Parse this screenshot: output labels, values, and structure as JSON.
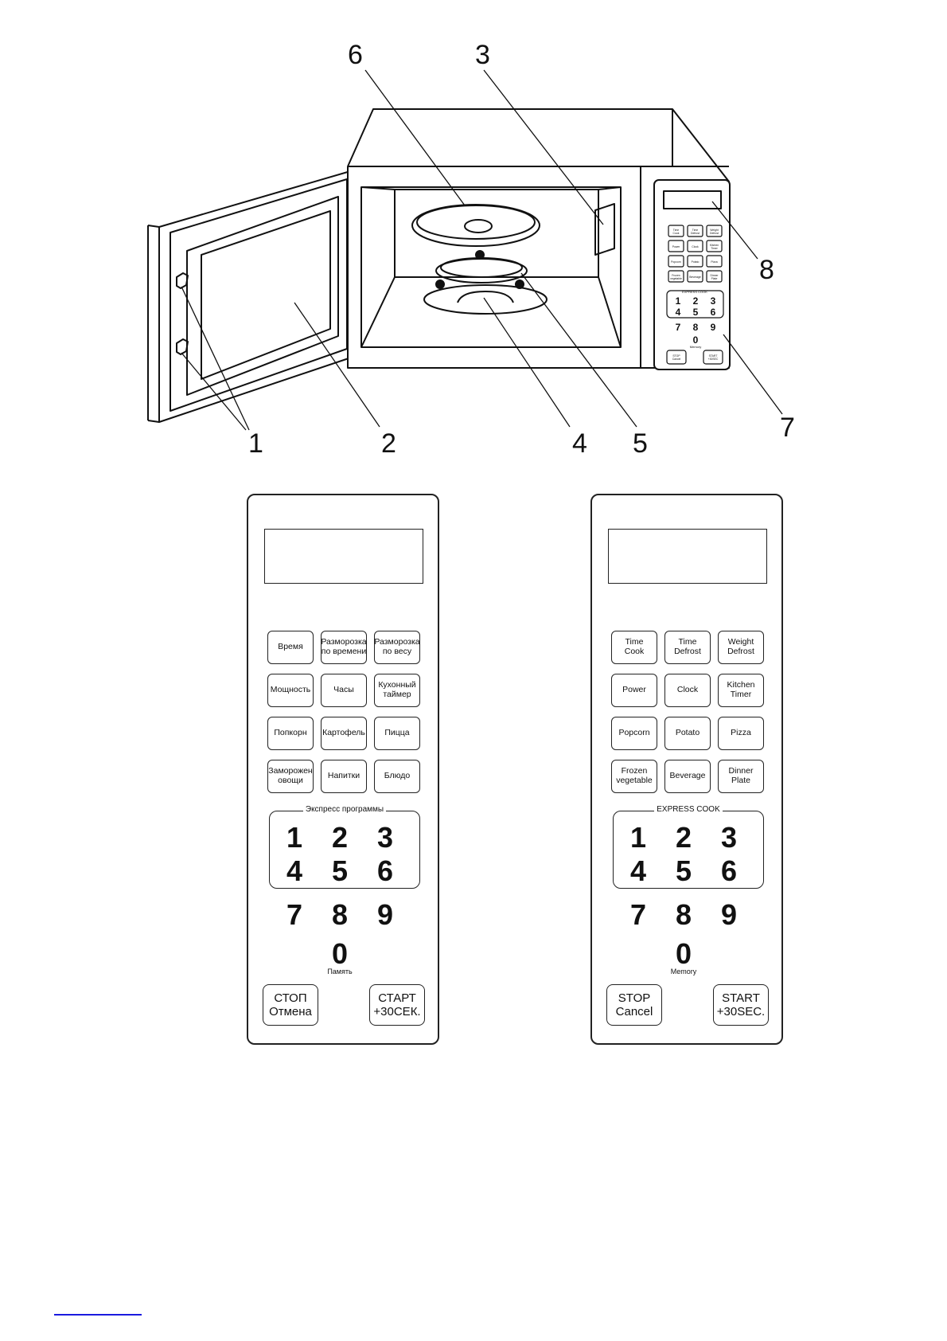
{
  "callouts": [
    "6",
    "3",
    "8",
    "7",
    "1",
    "2",
    "4",
    "5"
  ],
  "mini_panel": {
    "buttons": [
      "Time\nCook",
      "Time\nDefrost",
      "Weight\nDefrost",
      "Power",
      "Clock",
      "Kitchen\nTimer",
      "Popcorn",
      "Potato",
      "Pizza",
      "Frozen\nvegetable",
      "Beverage",
      "Dinner\nPlate"
    ],
    "express_label": "EXPRESS COOK",
    "digits": [
      "1",
      "2",
      "3",
      "4",
      "5",
      "6",
      "7",
      "8",
      "9",
      "0"
    ],
    "memory": "Memory",
    "stop": "STOP\nCancel",
    "start": "START\n+30SEC"
  },
  "panel_ru": {
    "buttons": [
      "Время",
      "Разморозка\nпо времени",
      "Разморозка\nпо весу",
      "Мощность",
      "Часы",
      "Кухонный\nтаймер",
      "Попкорн",
      "Картофель",
      "Пицца",
      "Заморожен\nовощи",
      "Напитки",
      "Блюдо"
    ],
    "express_label": "Экспресс программы",
    "digits": [
      "1",
      "2",
      "3",
      "4",
      "5",
      "6",
      "7",
      "8",
      "9",
      "0"
    ],
    "memory": "Память",
    "stop": "СТОП\nОтмена",
    "start": "СТАРТ\n+30СЕК."
  },
  "panel_en": {
    "buttons": [
      "Time\nCook",
      "Time\nDefrost",
      "Weight\nDefrost",
      "Power",
      "Clock",
      "Kitchen\nTimer",
      "Popcorn",
      "Potato",
      "Pizza",
      "Frozen\nvegetable",
      "Beverage",
      "Dinner\nPlate"
    ],
    "express_label": "EXPRESS COOK",
    "digits": [
      "1",
      "2",
      "3",
      "4",
      "5",
      "6",
      "7",
      "8",
      "9",
      "0"
    ],
    "memory": "Memory",
    "stop": "STOP\nCancel",
    "start": "START\n+30SEC."
  }
}
